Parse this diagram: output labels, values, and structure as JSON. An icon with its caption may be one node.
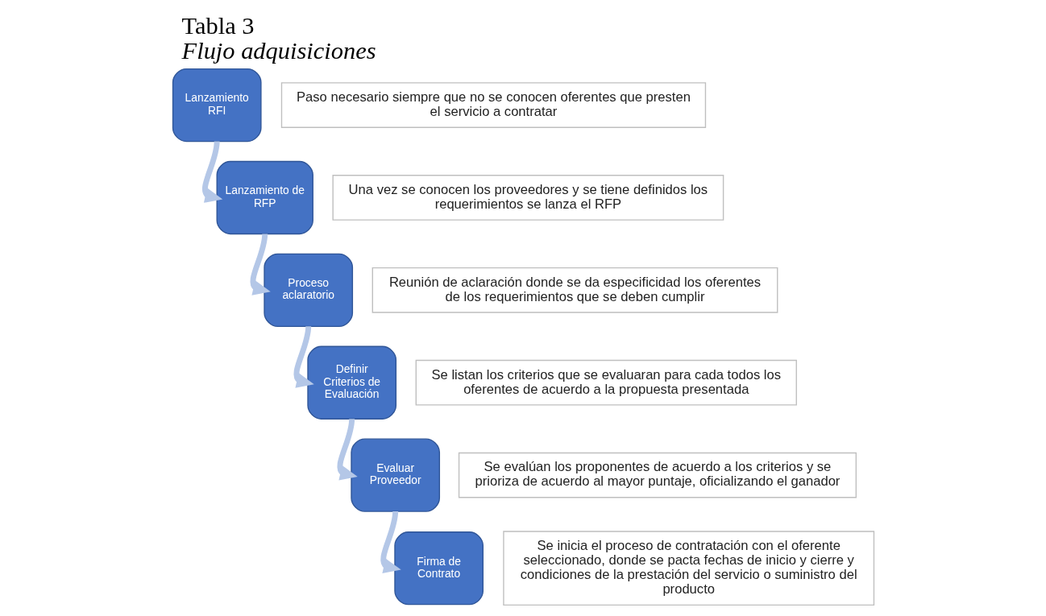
{
  "diagram": {
    "title": "Tabla 3",
    "caption": "Flujo adquisiciones",
    "nodes": [
      {
        "text": [
          "Lanzamiento RFI"
        ]
      },
      {
        "text": [
          "Paso necesario siempre que no se conocen oferentes que presten el servicio a contratar"
        ]
      },
      {
        "text": [
          "Lanzamiento de RFP"
        ]
      },
      {
        "text": [
          "Una vez se conocen los proveedores y se tiene definidos los requerimientos se lanza el RFP"
        ]
      },
      {
        "text": [
          "Proceso aclaratorio"
        ]
      },
      {
        "text": [
          "Reunión de aclaración donde se da especificidad los oferentes de los requerimientos que se deben cumplir"
        ]
      },
      {
        "text": [
          "Definir Criterios de Evaluación"
        ]
      },
      {
        "text": [
          "Se listan los criterios que se evaluaran para cada todos los oferentes de acuerdo a la propuesta presentada"
        ]
      },
      {
        "text": [
          "Evaluar Proveedor"
        ]
      },
      {
        "text": [
          "Se evalúan los proponentes de acuerdo a los criterios y se prioriza de acuerdo al mayor puntaje, oficializando el ganador"
        ]
      },
      {
        "text": [
          "Firma de Contrato"
        ]
      },
      {
        "text": [
          "Se inicia el proceso de contratación con el oferente seleccionado, donde se pacta fechas de inicio y cierre y condiciones de la prestación del servicio o suministro del producto"
        ]
      }
    ],
    "edges": [
      {
        "from": 0,
        "to": 2,
        "arrow": "to"
      },
      {
        "from": 2,
        "to": 4,
        "arrow": "to"
      },
      {
        "from": 4,
        "to": 6,
        "arrow": "to"
      },
      {
        "from": 6,
        "to": 8,
        "arrow": "to"
      },
      {
        "from": 8,
        "to": 10,
        "arrow": "to"
      }
    ]
  }
}
